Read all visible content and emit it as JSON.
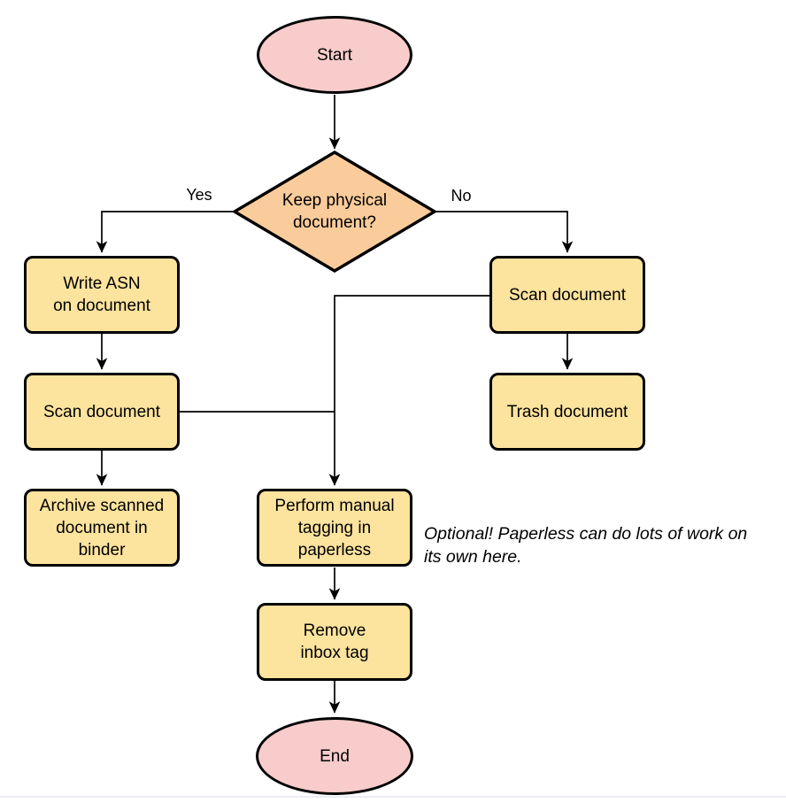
{
  "diagram": {
    "nodes": {
      "start": "Start",
      "decision": "Keep physical\ndocument?",
      "write_asn": "Write ASN\non document",
      "scan_left": "Scan document",
      "archive": "Archive scanned\ndocument in\nbinder",
      "scan_right": "Scan document",
      "trash": "Trash document",
      "tagging": "Perform manual\ntagging in\npaperless",
      "remove_inbox": "Remove\ninbox tag",
      "end": "End"
    },
    "edge_labels": {
      "yes": "Yes",
      "no": "No"
    },
    "annotation": "Optional! Paperless can do lots of work on\nits own here.",
    "colors": {
      "terminator_fill": "#F8CCCB",
      "decision_fill": "#FACC9B",
      "process_fill": "#FCE39E",
      "stroke": "#000000"
    }
  }
}
